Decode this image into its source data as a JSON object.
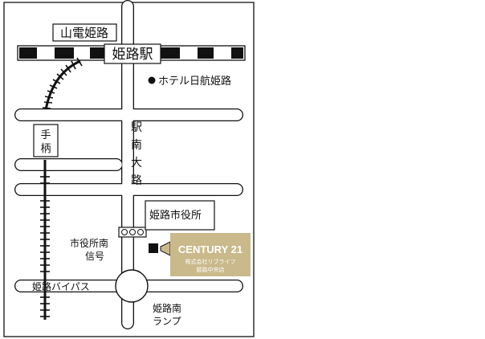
{
  "labels": {
    "sanden_line": "山電姫路",
    "himeji_station": "姫路駅",
    "hotel": "ホテル日航姫路",
    "tegara": [
      "手",
      "柄"
    ],
    "ekimae_avenue": [
      "駅",
      "南",
      "大",
      "路"
    ],
    "city_hall": "姫路市役所",
    "signal_name": "市役所南",
    "signal_suffix": "信号",
    "bypass": "姫路バイパス",
    "ramp_name": "姫路南",
    "ramp_suffix": "ランプ"
  },
  "logo": {
    "brand": "CENTURY 21",
    "company": "株式会社リブライフ",
    "branch": "姫路中央店"
  },
  "colors": {
    "ink": "#111111",
    "logo_bg": "#c9b98b",
    "logo_text": "#ffffff"
  }
}
